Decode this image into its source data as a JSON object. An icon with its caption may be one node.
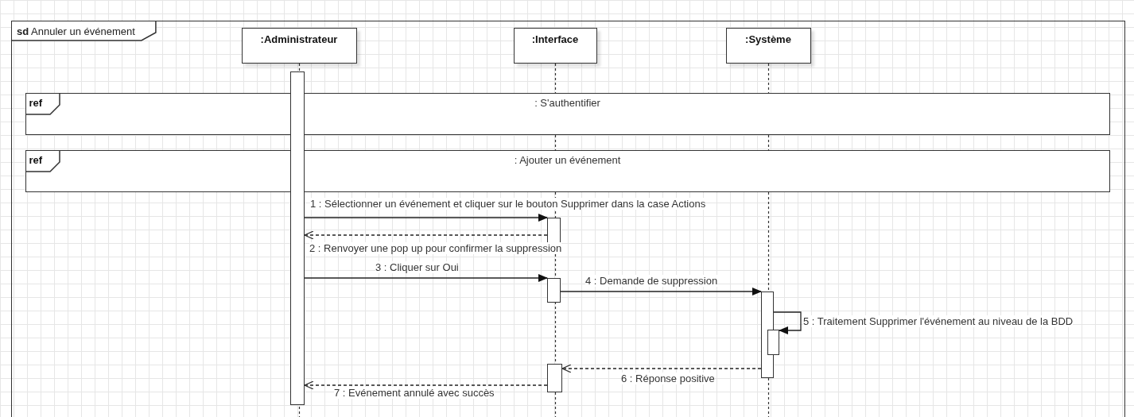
{
  "diagram": {
    "nodes": [
      {
        "text": [
          "**sd** Annuler un événement"
        ]
      },
      {
        "text": [
          ":Administrateur"
        ],
        "in": 0
      },
      {
        "text": [
          ":Interface"
        ],
        "in": 0
      },
      {
        "text": [
          ":Système"
        ],
        "in": 0
      },
      {
        "text": [
          "ref",
          ": S'authentifier"
        ],
        "in": 0
      },
      {
        "text": [
          "ref",
          ": Ajouter un événement"
        ],
        "in": 0
      },
      {
        "text": [],
        "shape": "bar",
        "in": 0
      },
      {
        "text": [],
        "shape": "bar",
        "in": 0
      },
      {
        "text": [],
        "shape": "bar",
        "in": 0
      },
      {
        "text": [],
        "shape": "bar",
        "in": 0
      },
      {
        "text": [],
        "shape": "bar",
        "in": 0
      },
      {
        "text": [],
        "shape": "bar",
        "in": 0
      }
    ],
    "edges": [
      {
        "from": 6,
        "to": 7,
        "arrow": "to",
        "label": "1 : Sélectionner un événement et cliquer sur le bouton Supprimer dans la case Actions"
      },
      {
        "from": 7,
        "to": 6,
        "arrow": "to",
        "style": "dashed",
        "label": "2 : Renvoyer une pop up pour confirmer la suppression"
      },
      {
        "from": 6,
        "to": 8,
        "arrow": "to",
        "label": "3 : Cliquer sur Oui"
      },
      {
        "from": 8,
        "to": 9,
        "arrow": "to",
        "label": "4 : Demande de suppression"
      },
      {
        "from": 9,
        "to": 10,
        "arrow": "to",
        "label": "5 : Traitement Supprimer l'événement au niveau de la BDD"
      },
      {
        "from": 9,
        "to": 11,
        "arrow": "to",
        "style": "dashed",
        "label": "6 : Réponse positive"
      },
      {
        "from": 11,
        "to": 6,
        "arrow": "to",
        "style": "dashed",
        "label": "7 : Evénement annulé avec succès"
      }
    ]
  }
}
